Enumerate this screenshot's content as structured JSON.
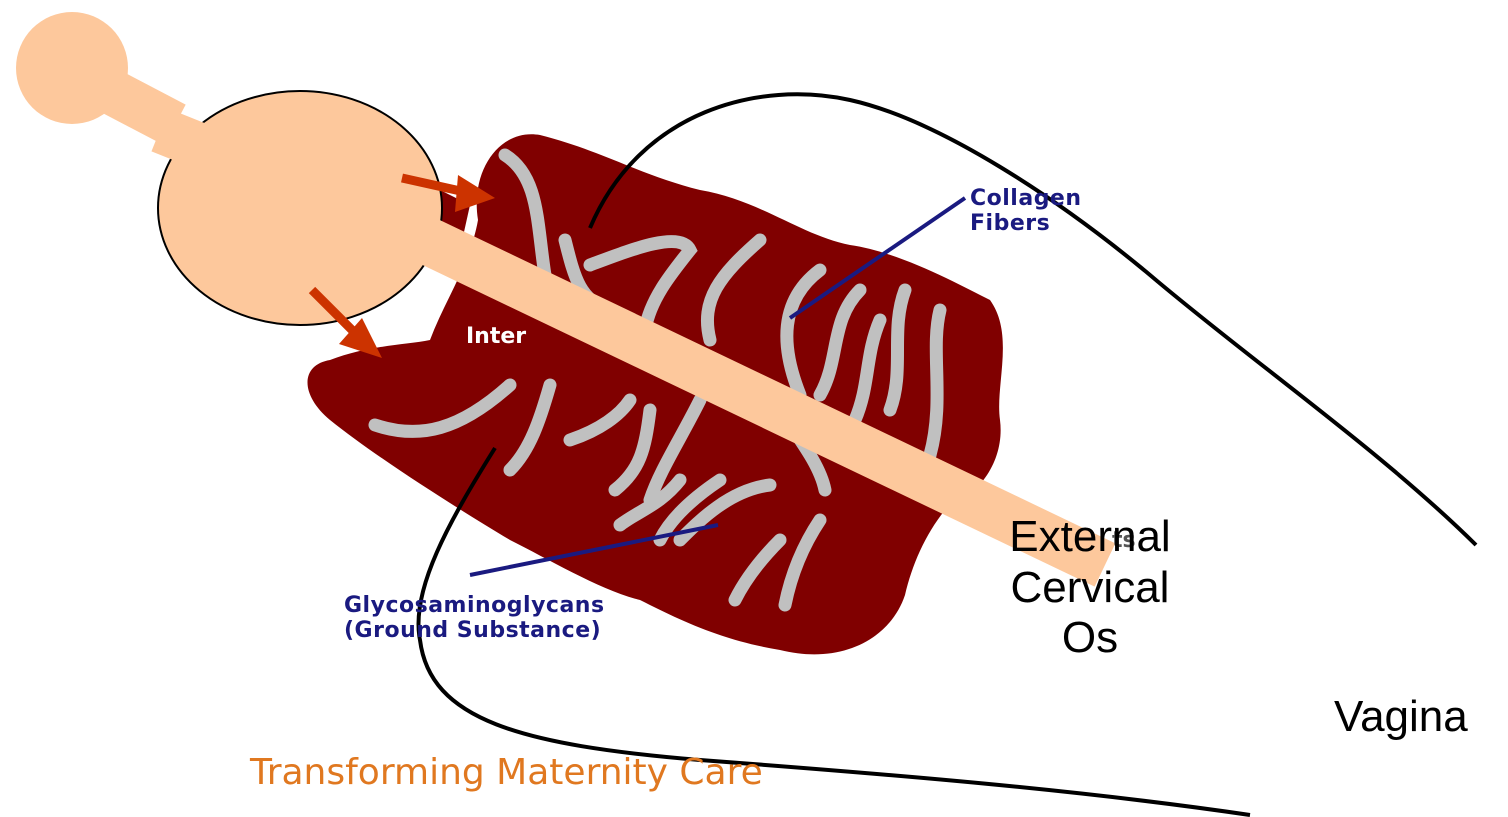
{
  "labels": {
    "collagen": "Collagen\nFibers",
    "interstitial": "Inter",
    "gag": "Glycosaminoglycans\n(Ground Substance)",
    "fibroblasts_fragment": "ts",
    "external_os": "External\nCervical\nOs",
    "vagina": "Vagina"
  },
  "footer": {
    "title": "Transforming Maternity Care"
  },
  "colors": {
    "tissue": "#800000",
    "fiber": "#c0c0c0",
    "probe": "#fdc89c",
    "arrow": "#cc3300",
    "leader": "#1a1a80",
    "outline": "#000000",
    "footer": "#e07820"
  }
}
